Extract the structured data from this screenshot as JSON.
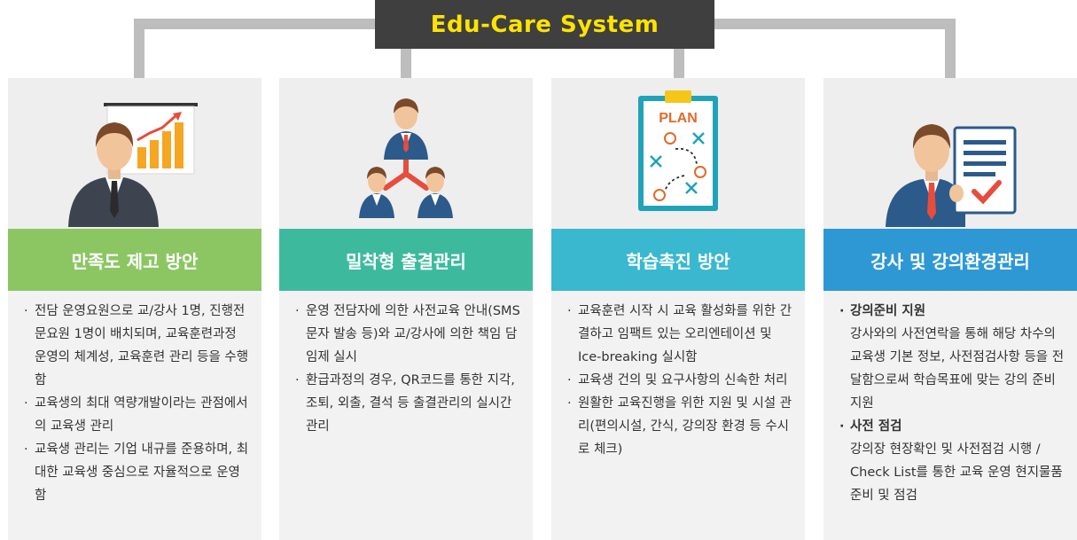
{
  "title": "Edu-Care System",
  "colors": {
    "title_bg": "#3f3f3f",
    "title_text": "#ffe300",
    "connector": "#bdbdbd",
    "panel_bg": "#f2f2f2",
    "col1_head": "#8bc663",
    "col2_head": "#3dba9e",
    "col3_head": "#39b8cf",
    "col4_head": "#2e98d4"
  },
  "columns": [
    {
      "icon": "presenter-chart-icon",
      "heading": "만족도 제고 방안",
      "items": [
        "전담 운영요원으로 교/강사 1명, 진행전문요원 1명이 배치되며, 교육훈련과정 운영의 체계성, 교육훈련 관리 등을 수행함",
        "교육생의 최대 역량개발이라는 관점에서의 교육생 관리",
        "교육생 관리는 기업 내규를 준용하며, 최대한 교육생 중심으로 자율적으로 운영함"
      ]
    },
    {
      "icon": "team-hierarchy-icon",
      "heading": "밀착형 출결관리",
      "items": [
        "운영 전담자에 의한 사전교육 안내(SMS 문자 발송 등)와 교/강사에 의한 책임 담임제 실시",
        "환급과정의 경우, QR코드를 통한 지각, 조퇴, 외출, 결석 등 출결관리의 실시간 관리"
      ]
    },
    {
      "icon": "plan-clipboard-icon",
      "plan_label": "PLAN",
      "heading": "학습촉진 방안",
      "items": [
        "교육훈련 시작 시 교육 활성화를 위한 간결하고 임팩트 있는 오리엔테이션 및 Ice-breaking 실시함",
        "교육생 건의 및 요구사항의 신속한 처리",
        "원활한 교육진행을 위한 지원 및 시설 관리(편의시설, 간식, 강의장 환경 등 수시로 체크)"
      ]
    },
    {
      "icon": "checklist-man-icon",
      "heading": "강사 및 강의환경관리",
      "items": [
        {
          "title": "강의준비 지원",
          "text": "강사와의 사전연락을 통해 해당 차수의 교육생 기본 정보, 사전점검사항 등을 전달함으로써 학습목표에 맞는 강의 준비 지원"
        },
        {
          "title": "사전 점검",
          "text": "강의장 현장확인 및 사전점검 시행 / Check List를 통한 교육 운영 현지물품 준비 및 점검"
        }
      ]
    }
  ]
}
